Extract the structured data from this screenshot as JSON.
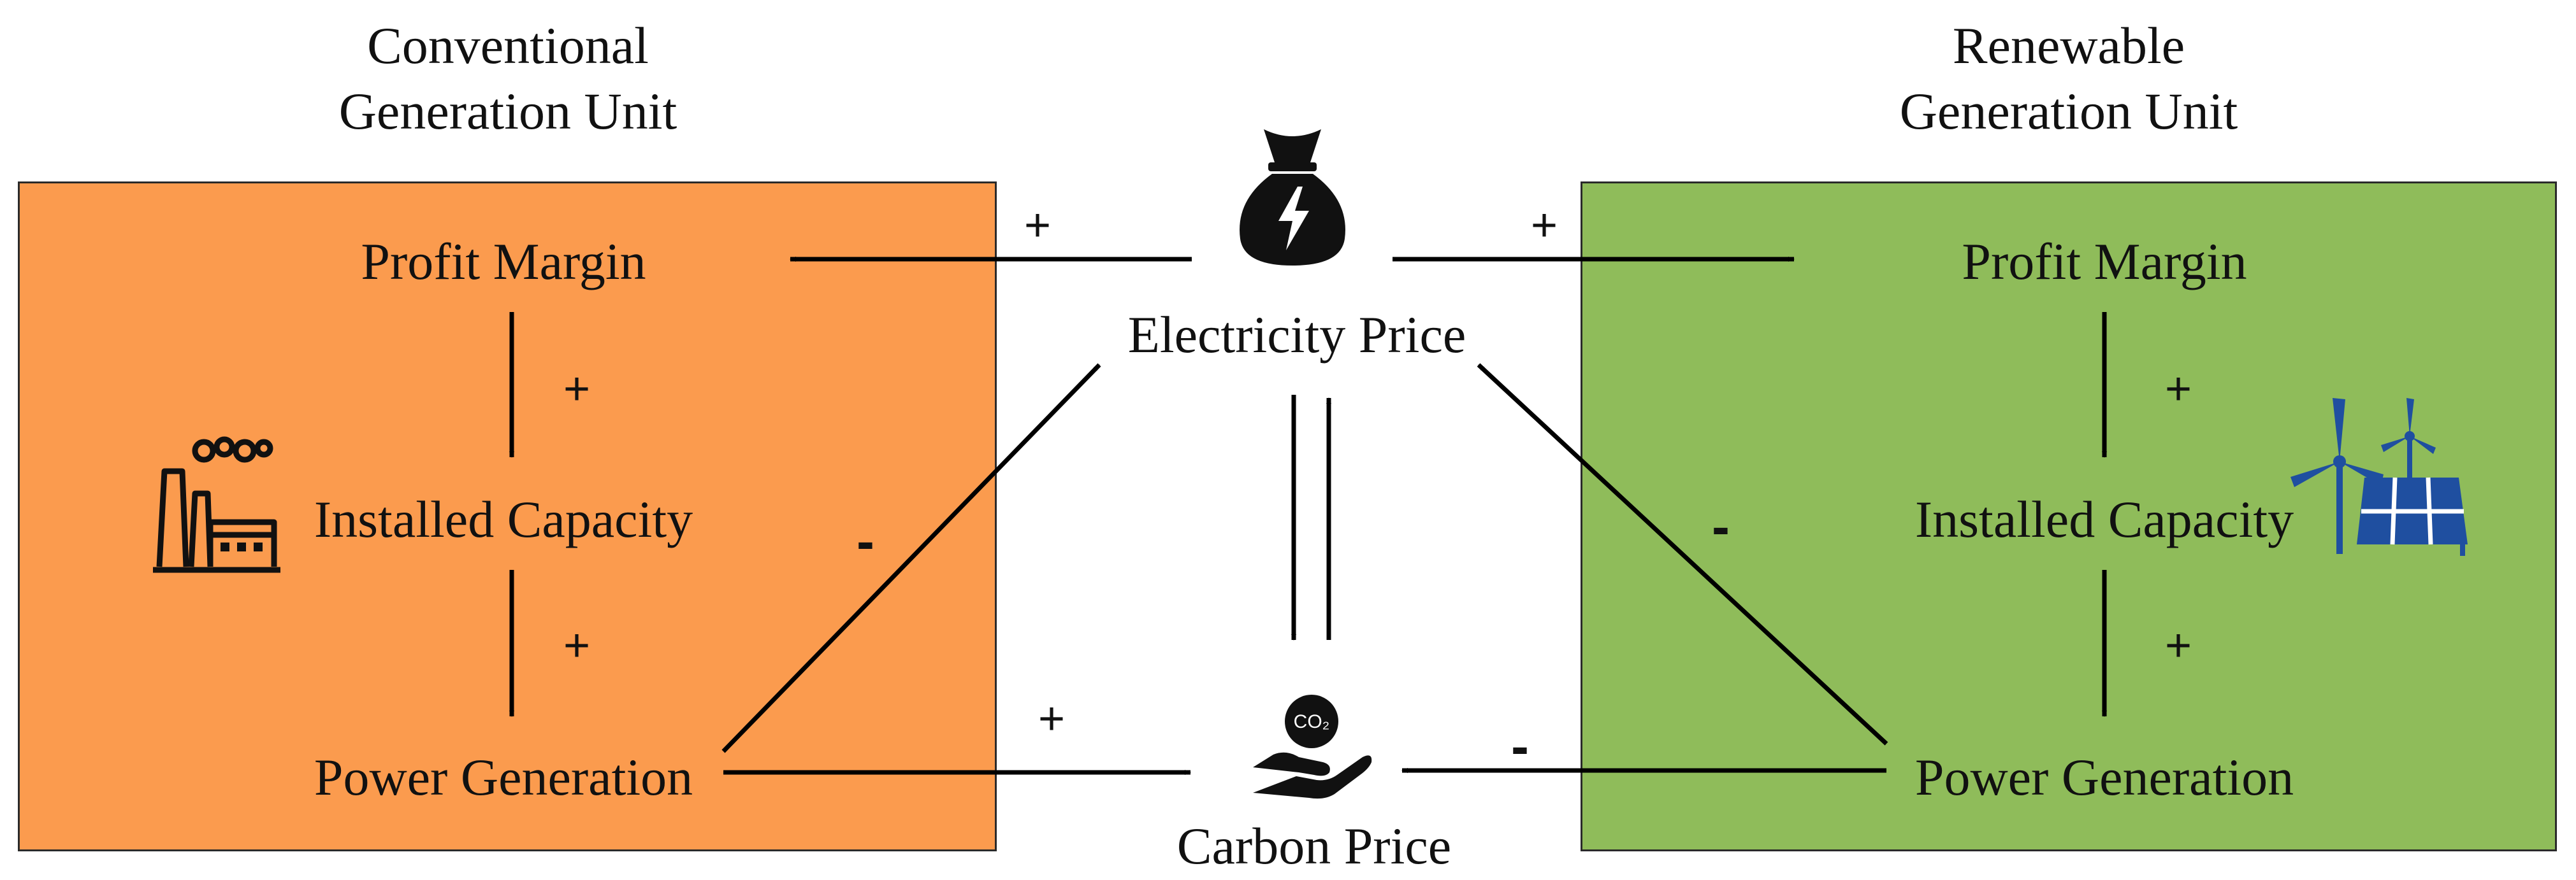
{
  "colors": {
    "conventional_fill": "#fb9b4e",
    "renewable_fill": "#8fbc5a",
    "arrow": "#000000",
    "renewable_icon": "#1f4fa0",
    "icon_dark": "#111111"
  },
  "conventional": {
    "heading": [
      "Conventional",
      "Generation Unit"
    ],
    "profit_margin": "Profit Margin",
    "installed_capacity": "Installed Capacity",
    "power_generation": "Power Generation",
    "icon": "factory-icon"
  },
  "renewable": {
    "heading": [
      "Renewable",
      "Generation Unit"
    ],
    "profit_margin": "Profit Margin",
    "installed_capacity": "Installed Capacity",
    "power_generation": "Power Generation",
    "icon": "wind-solar-icon"
  },
  "center": {
    "electricity_price": "Electricity Price",
    "carbon_price": "Carbon Price",
    "electricity_icon": "money-bag-lightning-icon",
    "carbon_icon": "hand-co2-icon",
    "co2_label": "CO₂"
  },
  "signs": {
    "price_to_conv_profit": "+",
    "price_to_ren_profit": "+",
    "conv_profit_to_capacity": "+",
    "conv_capacity_to_generation": "+",
    "ren_profit_to_capacity": "+",
    "ren_capacity_to_generation": "+",
    "conv_generation_to_price": "-",
    "ren_generation_to_price": "-",
    "conv_generation_to_carbon": "+",
    "ren_generation_to_carbon": "-"
  }
}
